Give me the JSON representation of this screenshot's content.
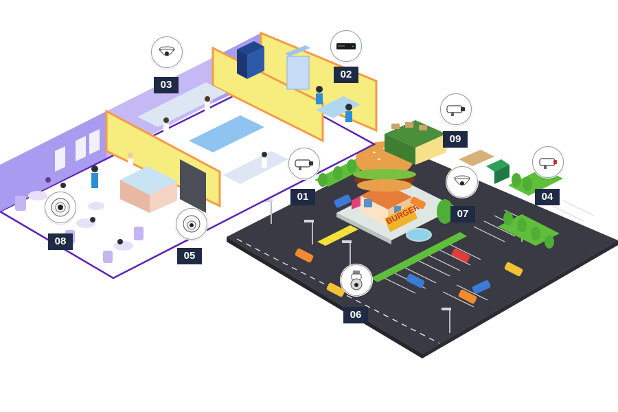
{
  "sign": {
    "text": "BURGER"
  },
  "colors": {
    "badge_bg": "#1f2a44",
    "road": "#3a3a44",
    "grass": "#5fbf3a",
    "interior_wall": "#a99cf0",
    "kitchen_wall": "#f7ec7e",
    "accent_border": "#f59b48",
    "floor_border": "#5b21b6"
  },
  "markers": [
    {
      "label": "01",
      "camera": "bullet-camera-icon"
    },
    {
      "label": "02",
      "camera": "nvr-recorder-icon"
    },
    {
      "label": "03",
      "camera": "dome-camera-icon"
    },
    {
      "label": "04",
      "camera": "bullet-camera-icon"
    },
    {
      "label": "05",
      "camera": "turret-camera-icon"
    },
    {
      "label": "06",
      "camera": "ptz-camera-icon"
    },
    {
      "label": "07",
      "camera": "dome-camera-icon"
    },
    {
      "label": "08",
      "camera": "fisheye-camera-icon"
    },
    {
      "label": "09",
      "camera": "bullet-camera-icon"
    }
  ]
}
